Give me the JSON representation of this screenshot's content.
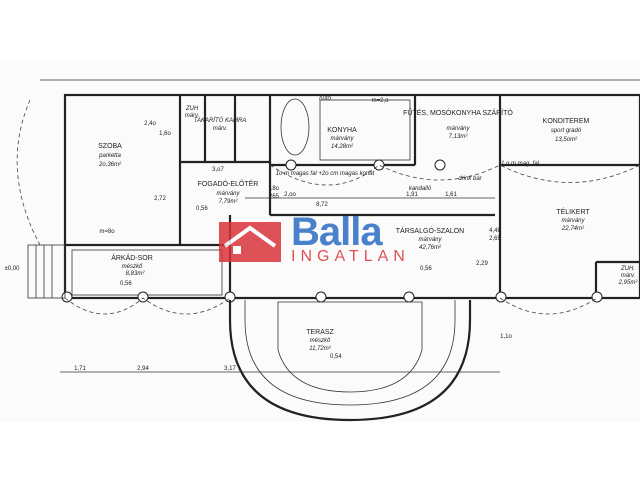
{
  "plan": {
    "rooms": [
      {
        "name": "SZOBA",
        "floor": "parketta",
        "area": "2o,36m²"
      },
      {
        "name": "ZUH",
        "floor": "márv."
      },
      {
        "name": "TAKARÍTÓ KAMRA",
        "floor": "márv."
      },
      {
        "name": "KONYHA",
        "floor": "márvány",
        "area": "14,28m²"
      },
      {
        "name": "FŰTÉS, MOSÓKONYHA SZÁRÍTÓ",
        "floor": "márvány",
        "area": "7,13m²"
      },
      {
        "name": "KONDITEREM",
        "floor": "sport gradó",
        "area": "13,5om²"
      },
      {
        "name": "FOGADÓ-ELŐTÉR",
        "floor": "márvány",
        "area": "7,79m²"
      },
      {
        "name": "TÁRSALGÓ-SZALON",
        "floor": "márvány",
        "area": "42,76m²"
      },
      {
        "name": "TÉLIKERT",
        "floor": "márvány",
        "area": "22,74m²"
      },
      {
        "name": "ÁRKÁD-SOR",
        "floor": "mészkő",
        "area": "8,83m²"
      },
      {
        "name": "TERASZ",
        "floor": "mészkő",
        "area": "11,72m²"
      },
      {
        "name": "ZUH.",
        "floor": "márv.",
        "area": "2,95m²"
      }
    ],
    "notes": [
      "1o m magas fal +2o cm magas korlát",
      "kandalló",
      "drink bár",
      "1,o m mag. fal",
      "hűtő"
    ],
    "dimensions": [
      "1,71",
      "2,94",
      "3,17",
      "3,o7",
      "8,72",
      "2,oo",
      "1,91",
      "1,61",
      "2,72",
      "2,4o",
      "1,6o",
      "4,48",
      "2,65",
      "2,29",
      "1,1o",
      "18o",
      "265",
      "±0,00",
      "m=8o",
      "m=2,o"
    ],
    "levels": [
      "0,56",
      "0,56",
      "0,56",
      "0,54"
    ]
  },
  "watermark": {
    "brand": "Balla",
    "sub": "INGATLAN",
    "color_brand": "#2b6cc4",
    "color_logo": "#d9343a"
  }
}
